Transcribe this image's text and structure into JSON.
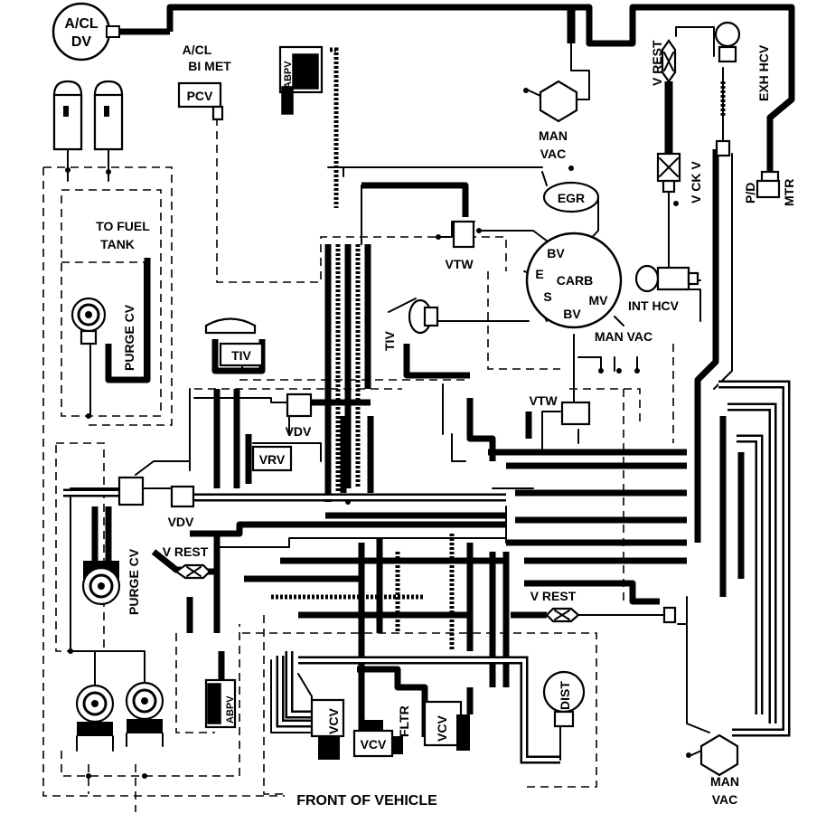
{
  "labels": {
    "acl_dv_1": "A/CL",
    "acl_dv_2": "DV",
    "acl_bimet_1": "A/CL",
    "acl_bimet_2": "BI MET",
    "pcv": "PCV",
    "abpv": "ABPV",
    "man_vac": "MAN",
    "man_vac_2": "VAC",
    "egr": "EGR",
    "bv": "BV",
    "e": "E",
    "carb": "CARB",
    "s": "S",
    "mv": "MV",
    "vtw": "VTW",
    "to_fuel_tank_1": "TO FUEL",
    "to_fuel_tank_2": "TANK",
    "purge_cv": "PURGE CV",
    "tiv": "TIV",
    "vdv": "VDV",
    "vrv": "VRV",
    "v_rest": "V REST",
    "int_hcv": "INT HCV",
    "man_vac_single": "MAN VAC",
    "exh_hcv": "EXH HCV",
    "v_ck_v": "V CK V",
    "pd": "P/D",
    "mtr": "MTR",
    "vcv": "VCV",
    "fltr": "FLTR",
    "dist": "DIST",
    "front_of_vehicle": "FRONT OF VEHICLE"
  }
}
